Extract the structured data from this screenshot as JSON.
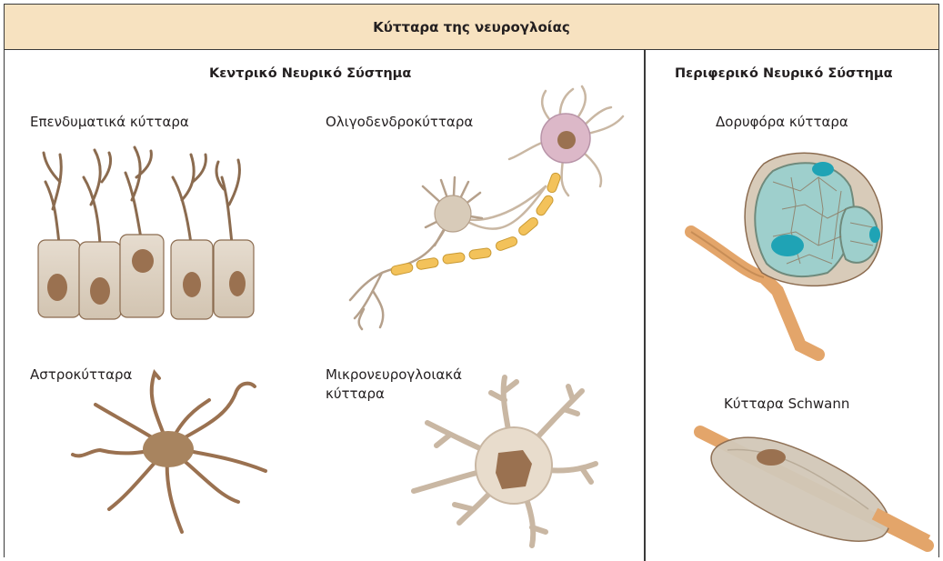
{
  "title": "Κύτταρα της νευρογλοίας",
  "sections": {
    "cns": "Κεντρικό Νευρικό Σύστημα",
    "pns": "Περιφερικό Νευρικό Σύστημα"
  },
  "cells": {
    "ependymal": "Επενδυματικά κύτταρα",
    "oligodendrocytes": "Ολιγοδενδροκύτταρα",
    "astrocytes": "Αστροκύτταρα",
    "microglia_line1": "Μικρονευρογλοιακά",
    "microglia_line2": "κύτταρα",
    "satellite": "Δορυφόρα κύτταρα",
    "schwann": "Κύτταρα Schwann"
  },
  "colors": {
    "header_bg": "#f7e2c0",
    "cell_body": "#d8cbb9",
    "cell_outline": "#8b6b4f",
    "nucleus": "#9a7150",
    "myelin": "#f3c25a",
    "satellite_teal": "#9ecfcc",
    "satellite_nucleus": "#1fa3b5",
    "axon_orange": "#e3a56a",
    "oligo_pink": "#dcb8c8"
  }
}
